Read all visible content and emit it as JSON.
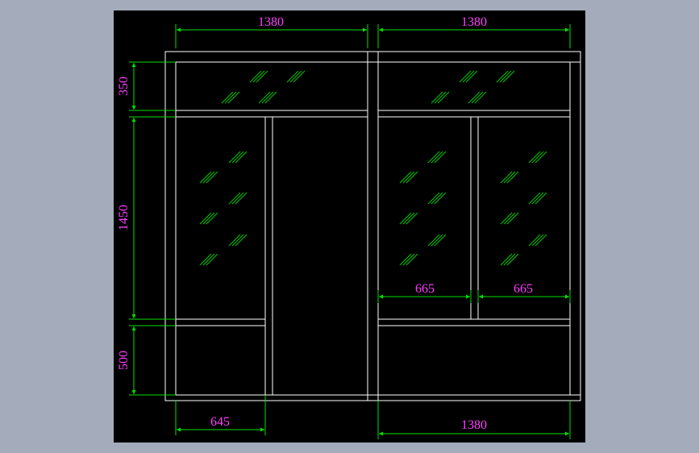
{
  "drawing": {
    "background_color": "#000000",
    "frame_color": "#ffffff",
    "dimension_line_color": "#00e000",
    "dimension_text_color": "#ff40ff",
    "glass_hatch_color": "#00cc00"
  },
  "dimensions": {
    "top_left_width": "1380",
    "top_right_width": "1380",
    "transom_height": "350",
    "door_height": "1450",
    "base_height": "500",
    "left_panel_width": "645",
    "right_panel_a_width": "665",
    "right_panel_b_width": "665",
    "bottom_right_width": "1380"
  }
}
